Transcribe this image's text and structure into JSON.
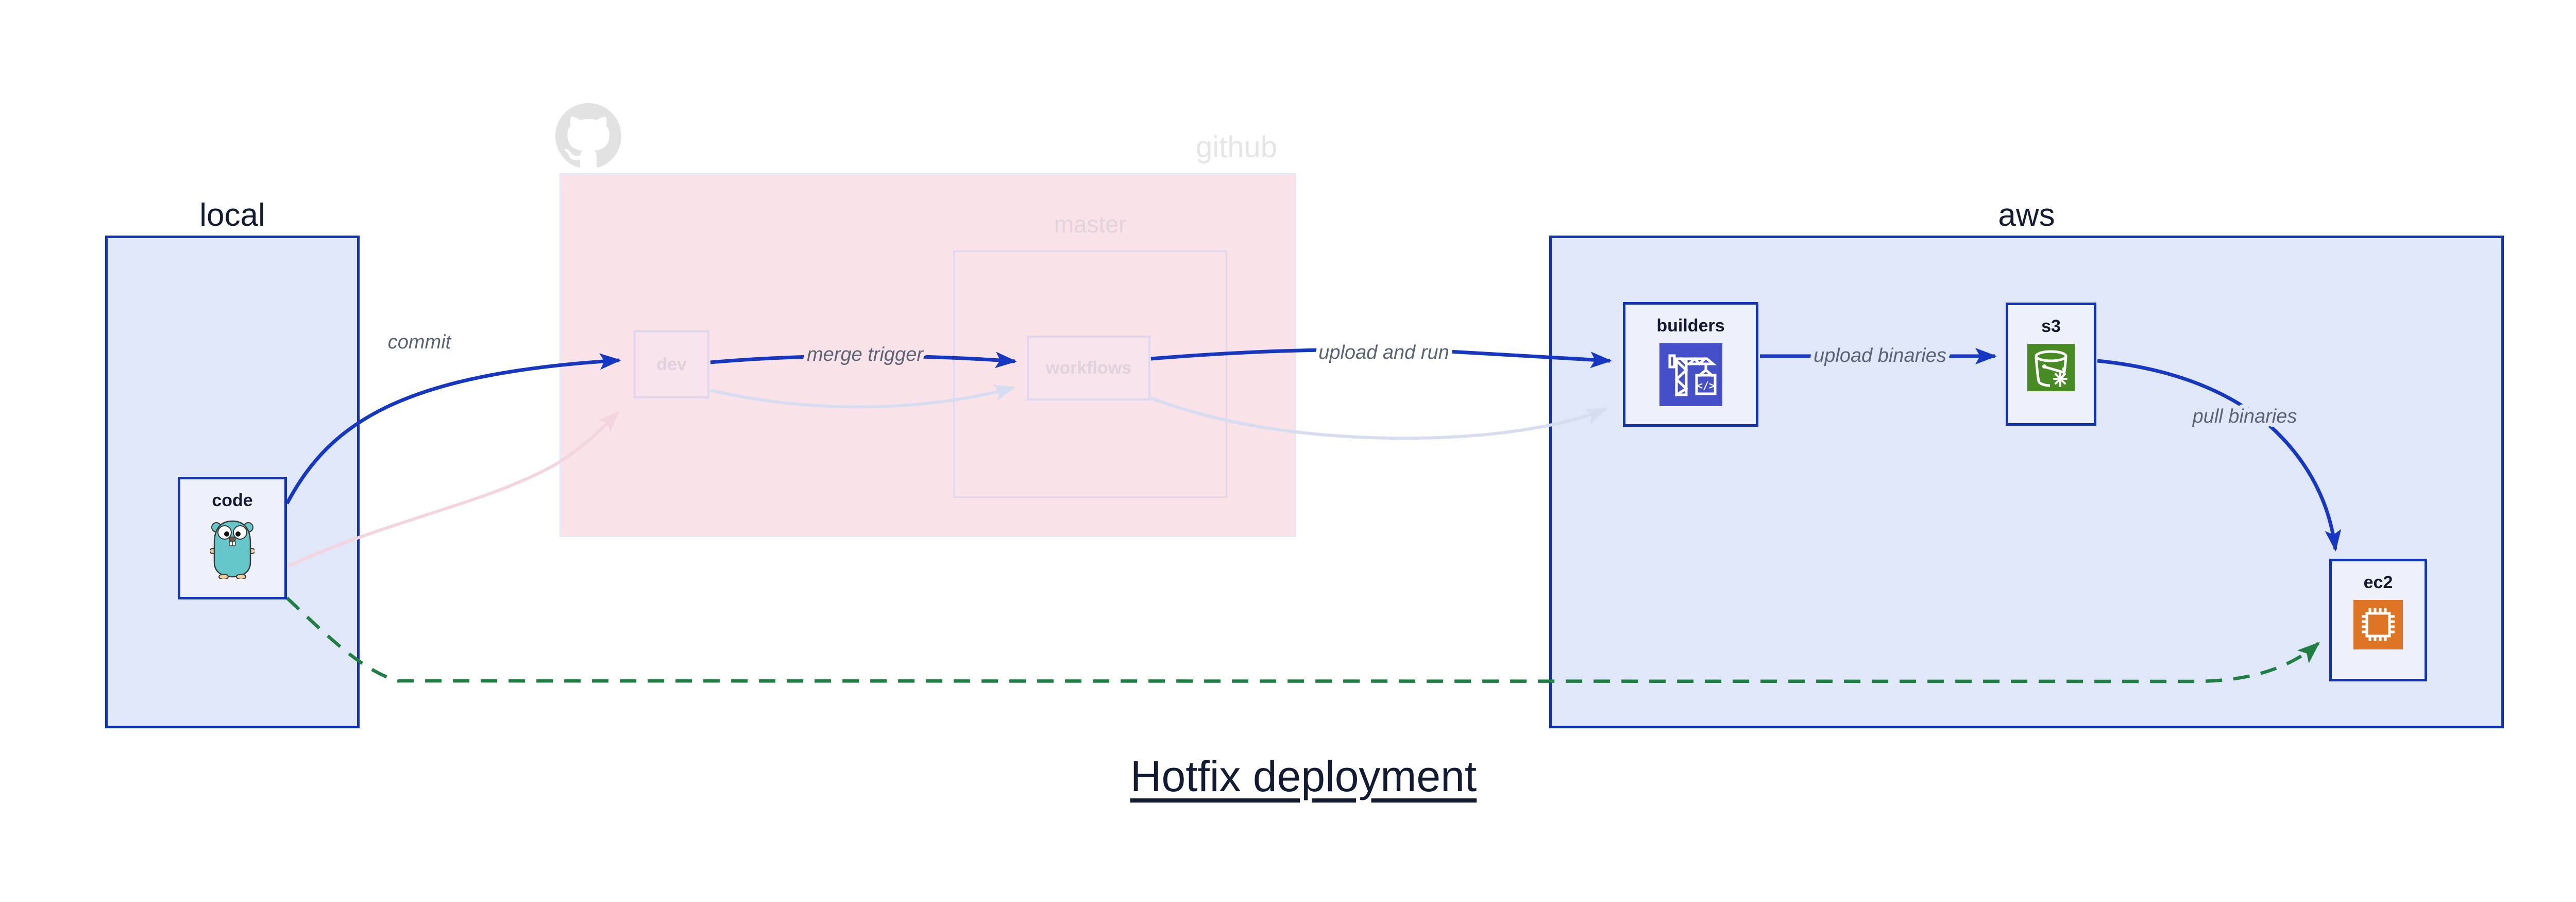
{
  "title": "Hotfix deployment",
  "regions": {
    "local": {
      "label": "local"
    },
    "github": {
      "label": "github",
      "master_label": "master"
    },
    "aws": {
      "label": "aws"
    }
  },
  "nodes": {
    "code": {
      "label": "code"
    },
    "dev": {
      "label": "dev"
    },
    "workflows": {
      "label": "workflows"
    },
    "builders": {
      "label": "builders",
      "icon_text": "</>"
    },
    "s3": {
      "label": "s3"
    },
    "ec2": {
      "label": "ec2"
    }
  },
  "edges": {
    "commit": {
      "label": "commit"
    },
    "merge_trigger": {
      "label": "merge trigger"
    },
    "upload_and_run": {
      "label": "upload and run"
    },
    "upload_binaries": {
      "label": "upload binaries"
    },
    "pull_binaries": {
      "label": "pull binaries"
    }
  },
  "icons": {
    "github_logo": "github-octocat-mark",
    "code_icon": "go-gopher-mascot",
    "builders_icon": "aws-codebuild-crane",
    "s3_icon": "aws-s3-bucket",
    "ec2_icon": "aws-ec2-chip"
  },
  "colors": {
    "accent_blue": "#1637c1",
    "border_blue": "#1133b8",
    "region_fill": "#dfe7f9",
    "node_fill": "#eef1fb",
    "faded_node_fill": "#f7e4ec",
    "github_pink": "#f9e2e8",
    "github_border": "#e4e8f7",
    "faded_border": "#ded7ed",
    "faded_text": "#ded2dd",
    "faded_master_text": "#e3d3dc",
    "faded_pink": "#f4d4de",
    "faded_lavender": "#d7ddf1",
    "green": "#1f7e42",
    "s3_green": "#478b24",
    "ec2_orange": "#dd7524",
    "codebuild_indigo": "#4550c8",
    "gopher_teal": "#66c7cb",
    "label_gray": "#5a6374",
    "ink": "#131b33",
    "gh_gray": "#e2e2e2",
    "gh_gray_text": "#e5e5e5"
  }
}
